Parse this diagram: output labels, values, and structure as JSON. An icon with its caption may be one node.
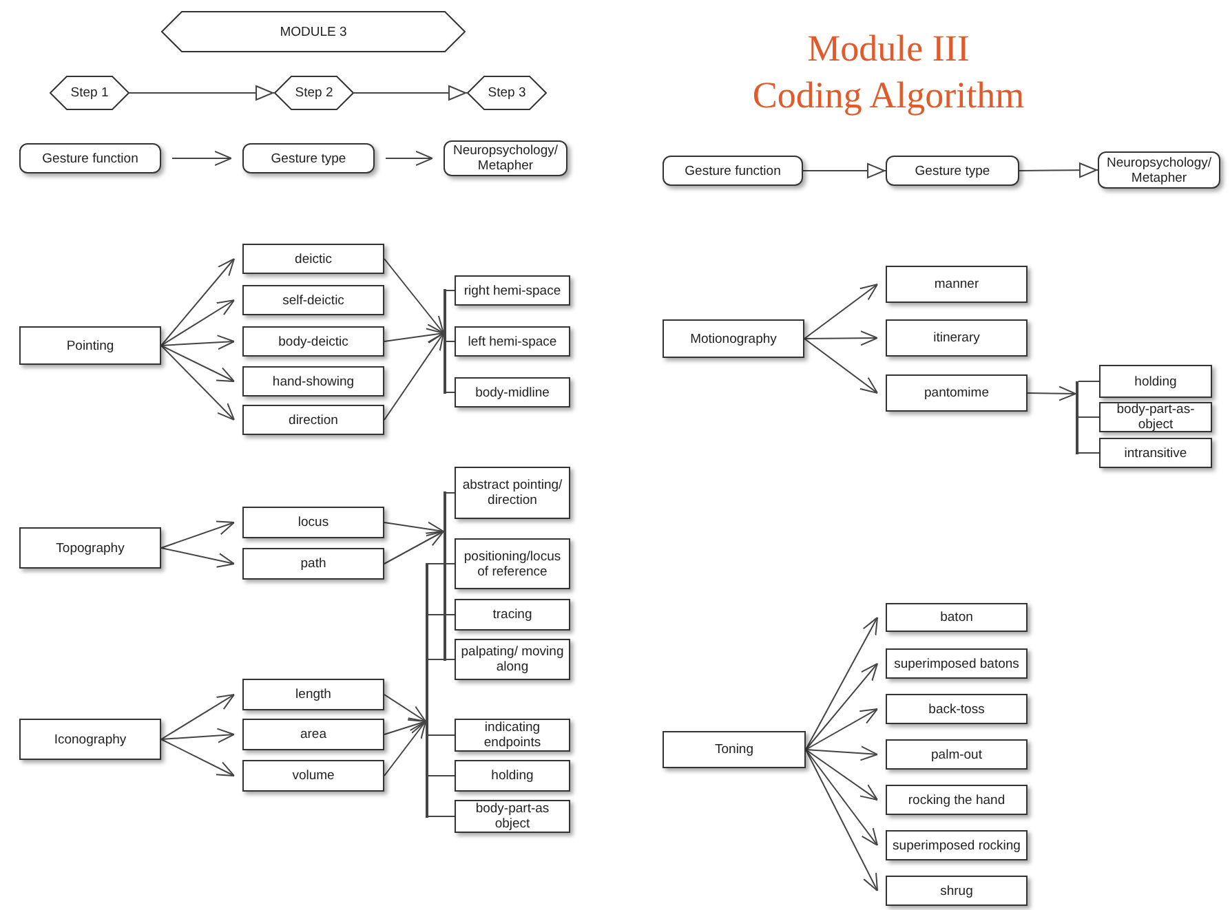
{
  "diagram": {
    "title": "Module III Coding Algorithm",
    "nodes": [
      {
        "text": [
          "MODULE 3"
        ]
      },
      {
        "text": [
          "Step 1"
        ]
      },
      {
        "text": [
          "Step 2"
        ]
      },
      {
        "text": [
          "Step 3"
        ]
      },
      {
        "text": [
          "Gesture function"
        ]
      },
      {
        "text": [
          "Gesture type"
        ]
      },
      {
        "text": [
          "Neuropsychology/ Metapher"
        ]
      },
      {
        "text": [
          "Pointing"
        ]
      },
      {
        "text": [
          "deictic"
        ]
      },
      {
        "text": [
          "self-deictic"
        ]
      },
      {
        "text": [
          "body-deictic"
        ]
      },
      {
        "text": [
          "hand-showing"
        ]
      },
      {
        "text": [
          "direction"
        ]
      },
      {
        "text": [
          "right hemi-space"
        ]
      },
      {
        "text": [
          "left hemi-space"
        ]
      },
      {
        "text": [
          "body-midline"
        ]
      },
      {
        "text": [
          "Topography"
        ]
      },
      {
        "text": [
          "locus"
        ]
      },
      {
        "text": [
          "path"
        ]
      },
      {
        "text": [
          "Iconography"
        ]
      },
      {
        "text": [
          "length"
        ]
      },
      {
        "text": [
          "area"
        ]
      },
      {
        "text": [
          "volume"
        ]
      },
      {
        "text": [
          "abstract pointing/ direction"
        ]
      },
      {
        "text": [
          "positioning/locus of reference"
        ]
      },
      {
        "text": [
          "tracing"
        ]
      },
      {
        "text": [
          "palpating/ moving along"
        ]
      },
      {
        "text": [
          "indicating endpoints"
        ]
      },
      {
        "text": [
          "holding"
        ]
      },
      {
        "text": [
          "body-part-as object"
        ]
      },
      {
        "text": [
          "Gesture function"
        ]
      },
      {
        "text": [
          "Gesture type"
        ]
      },
      {
        "text": [
          "Neuropsychology/ Metapher"
        ]
      },
      {
        "text": [
          "Motionography"
        ]
      },
      {
        "text": [
          "manner"
        ]
      },
      {
        "text": [
          "itinerary"
        ]
      },
      {
        "text": [
          "pantomime"
        ]
      },
      {
        "text": [
          "holding"
        ]
      },
      {
        "text": [
          "body-part-as- object"
        ]
      },
      {
        "text": [
          "intransitive"
        ]
      },
      {
        "text": [
          "Toning"
        ]
      },
      {
        "text": [
          "baton"
        ]
      },
      {
        "text": [
          "superimposed batons"
        ]
      },
      {
        "text": [
          "back-toss"
        ]
      },
      {
        "text": [
          "palm-out"
        ]
      },
      {
        "text": [
          "rocking the hand"
        ]
      },
      {
        "text": [
          "superimposed rocking"
        ]
      },
      {
        "text": [
          "shrug"
        ]
      },
      {
        "text": [],
        "shape": "bar"
      },
      {
        "text": [],
        "shape": "bar"
      },
      {
        "text": [],
        "shape": "bar"
      },
      {
        "text": [],
        "shape": "bar"
      }
    ],
    "edges": [
      {
        "from": 1,
        "to": 2,
        "arrow": "to"
      },
      {
        "from": 2,
        "to": 3,
        "arrow": "to"
      },
      {
        "from": 4,
        "to": 5,
        "arrow": "to"
      },
      {
        "from": 5,
        "to": 6,
        "arrow": "to"
      },
      {
        "from": 7,
        "to": 8,
        "arrow": "to"
      },
      {
        "from": 7,
        "to": 9,
        "arrow": "to"
      },
      {
        "from": 7,
        "to": 10,
        "arrow": "to"
      },
      {
        "from": 7,
        "to": 11,
        "arrow": "to"
      },
      {
        "from": 7,
        "to": 12,
        "arrow": "to"
      },
      {
        "from": 8,
        "to": 48,
        "arrow": "to"
      },
      {
        "from": 10,
        "to": 48,
        "arrow": "to"
      },
      {
        "from": 12,
        "to": 48,
        "arrow": "to"
      },
      {
        "from": 48,
        "to": 13,
        "arrow": "none"
      },
      {
        "from": 48,
        "to": 14,
        "arrow": "none"
      },
      {
        "from": 48,
        "to": 15,
        "arrow": "none"
      },
      {
        "from": 16,
        "to": 17,
        "arrow": "to"
      },
      {
        "from": 16,
        "to": 18,
        "arrow": "to"
      },
      {
        "from": 17,
        "to": 49,
        "arrow": "to"
      },
      {
        "from": 18,
        "to": 49,
        "arrow": "to"
      },
      {
        "from": 49,
        "to": 23,
        "arrow": "none"
      },
      {
        "from": 49,
        "to": 24,
        "arrow": "none"
      },
      {
        "from": 49,
        "to": 25,
        "arrow": "none"
      },
      {
        "from": 49,
        "to": 26,
        "arrow": "none"
      },
      {
        "from": 19,
        "to": 20,
        "arrow": "to"
      },
      {
        "from": 19,
        "to": 21,
        "arrow": "to"
      },
      {
        "from": 19,
        "to": 22,
        "arrow": "to"
      },
      {
        "from": 20,
        "to": 50,
        "arrow": "to"
      },
      {
        "from": 21,
        "to": 50,
        "arrow": "to"
      },
      {
        "from": 22,
        "to": 50,
        "arrow": "to"
      },
      {
        "from": 50,
        "to": 24,
        "arrow": "none"
      },
      {
        "from": 50,
        "to": 25,
        "arrow": "none"
      },
      {
        "from": 50,
        "to": 26,
        "arrow": "none"
      },
      {
        "from": 50,
        "to": 27,
        "arrow": "none"
      },
      {
        "from": 50,
        "to": 28,
        "arrow": "none"
      },
      {
        "from": 50,
        "to": 29,
        "arrow": "none"
      },
      {
        "from": 30,
        "to": 31,
        "arrow": "to"
      },
      {
        "from": 31,
        "to": 32,
        "arrow": "to"
      },
      {
        "from": 33,
        "to": 34,
        "arrow": "to"
      },
      {
        "from": 33,
        "to": 35,
        "arrow": "to"
      },
      {
        "from": 33,
        "to": 36,
        "arrow": "to"
      },
      {
        "from": 36,
        "to": 51,
        "arrow": "to"
      },
      {
        "from": 51,
        "to": 37,
        "arrow": "none"
      },
      {
        "from": 51,
        "to": 38,
        "arrow": "none"
      },
      {
        "from": 51,
        "to": 39,
        "arrow": "none"
      },
      {
        "from": 40,
        "to": 41,
        "arrow": "to"
      },
      {
        "from": 40,
        "to": 42,
        "arrow": "to"
      },
      {
        "from": 40,
        "to": 43,
        "arrow": "to"
      },
      {
        "from": 40,
        "to": 44,
        "arrow": "to"
      },
      {
        "from": 40,
        "to": 45,
        "arrow": "to"
      },
      {
        "from": 40,
        "to": 46,
        "arrow": "to"
      },
      {
        "from": 40,
        "to": 47,
        "arrow": "to"
      }
    ]
  }
}
